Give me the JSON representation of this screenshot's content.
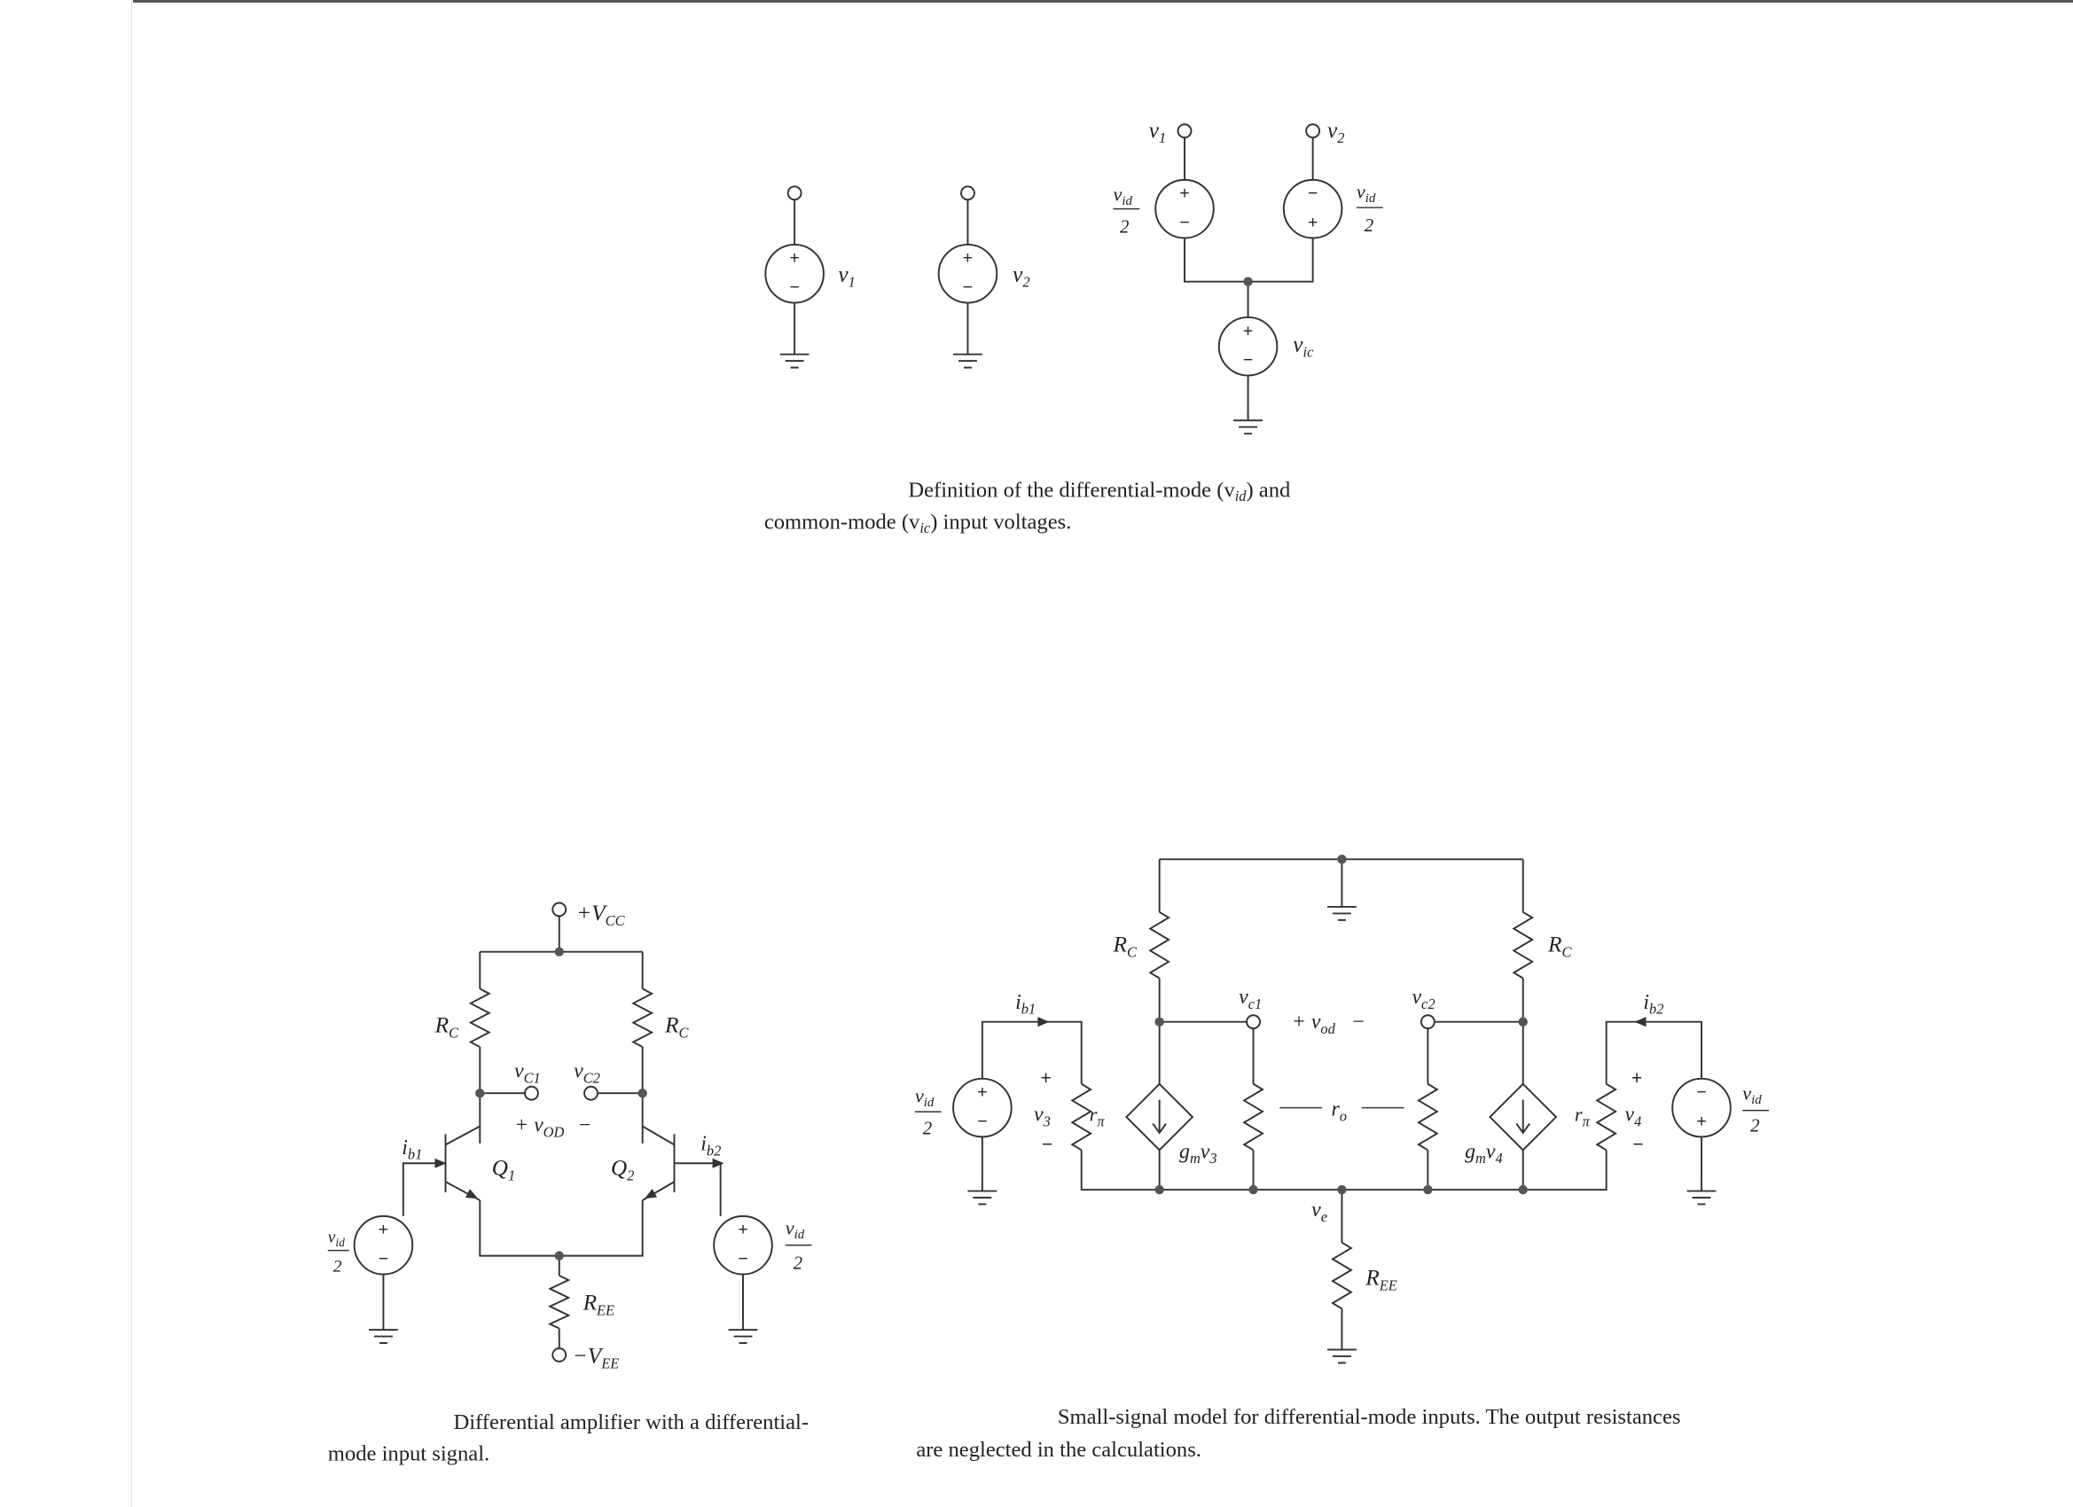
{
  "figure1": {
    "caption_line1": "Definition of the differential-mode (v",
    "caption_sub1": "id",
    "caption_mid": ") and",
    "caption_line2a": "common-mode (v",
    "caption_sub2": "ic",
    "caption_line2b": ") input voltages.",
    "labels": {
      "v1": "v",
      "v1_sub": "1",
      "v2": "v",
      "v2_sub": "2",
      "vid": "v",
      "vid_sub": "id",
      "two": "2",
      "vic": "v",
      "vic_sub": "ic",
      "plus": "+",
      "minus": "−"
    }
  },
  "figure2": {
    "caption_line1": "Differential amplifier with a differential-",
    "caption_line2": "mode input signal.",
    "labels": {
      "vcc": "+V",
      "vcc_sub": "CC",
      "vee": "−V",
      "vee_sub": "EE",
      "rc": "R",
      "rc_sub": "C",
      "ree": "R",
      "ree_sub": "EE",
      "vc1": "v",
      "vc1_sub": "C1",
      "vc2": "v",
      "vc2_sub": "C2",
      "vod": "+ v",
      "vod_sub": "OD",
      "vod_minus": "−",
      "q1": "Q",
      "q1_sub": "1",
      "q2": "Q",
      "q2_sub": "2",
      "ib1": "i",
      "ib1_sub": "b1",
      "ib2": "i",
      "ib2_sub": "b2"
    }
  },
  "figure3": {
    "caption_line1": "Small-signal model for differential-mode inputs. The output resistances",
    "caption_line2": "are neglected in the calculations.",
    "labels": {
      "vc1": "v",
      "vc1_sub": "c1",
      "vc2": "v",
      "vc2_sub": "c2",
      "vod": "+  v",
      "vod_sub": "od",
      "ro": "r",
      "ro_sub": "o",
      "rpi": "r",
      "rpi_sub": "π",
      "gm3": "g",
      "gm3_sub": "m",
      "gm3_v": "v",
      "gm3_vsub": "3",
      "gm4_vsub": "4",
      "v3": "v",
      "v3_sub": "3",
      "v4": "v",
      "v4_sub": "4",
      "ve": "v",
      "ve_sub": "e"
    }
  }
}
